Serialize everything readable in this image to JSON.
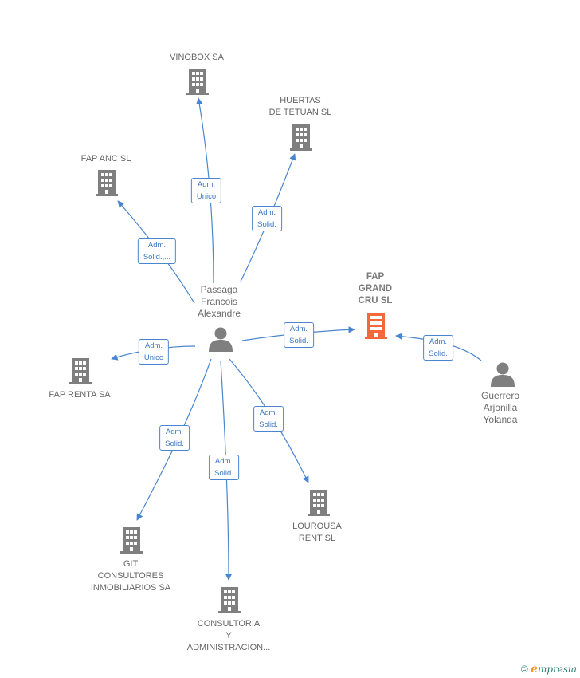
{
  "colors": {
    "edge": "#4a86d0",
    "company": "#7f7f7f",
    "focus": "#f26a3b",
    "person": "#7f7f7f"
  },
  "nodes": {
    "vinobox": {
      "lines": [
        "VINOBOX SA"
      ]
    },
    "huertas": {
      "lines": [
        "HUERTAS",
        "DE TETUAN  SL"
      ]
    },
    "fap_anc": {
      "lines": [
        "FAP ANC  SL"
      ]
    },
    "fap_grand": {
      "lines": [
        "FAP",
        "GRAND",
        "CRU  SL"
      ]
    },
    "passaga": {
      "lines": [
        "Passaga",
        "Francois",
        "Alexandre"
      ]
    },
    "guerrero": {
      "lines": [
        "Guerrero",
        "Arjonilla",
        "Yolanda"
      ]
    },
    "fap_renta": {
      "lines": [
        "FAP RENTA SA"
      ]
    },
    "lourousa": {
      "lines": [
        "LOUROUSA",
        "RENT  SL"
      ]
    },
    "git": {
      "lines": [
        "GIT",
        "CONSULTORES",
        "INMOBILIARIOS SA"
      ]
    },
    "consultoria": {
      "lines": [
        "CONSULTORIA",
        "Y",
        "ADMINISTRACION..."
      ]
    }
  },
  "edges": {
    "e_vinobox": {
      "lines": [
        "Adm.",
        "Unico"
      ]
    },
    "e_huertas": {
      "lines": [
        "Adm.",
        "Solid."
      ]
    },
    "e_fap_anc": {
      "lines": [
        "Adm.",
        "Solid.,..."
      ]
    },
    "e_fap_grand": {
      "lines": [
        "Adm.",
        "Solid."
      ]
    },
    "e_guerrero": {
      "lines": [
        "Adm.",
        "Solid."
      ]
    },
    "e_fap_renta": {
      "lines": [
        "Adm.",
        "Unico"
      ]
    },
    "e_lourousa": {
      "lines": [
        "Adm.",
        "Solid."
      ]
    },
    "e_git": {
      "lines": [
        "Adm.",
        "Solid."
      ]
    },
    "e_consultoria": {
      "lines": [
        "Adm.",
        "Solid."
      ]
    }
  },
  "footer": {
    "copyright": "©",
    "brand_initial": "e",
    "brand_rest": "mpresia"
  }
}
